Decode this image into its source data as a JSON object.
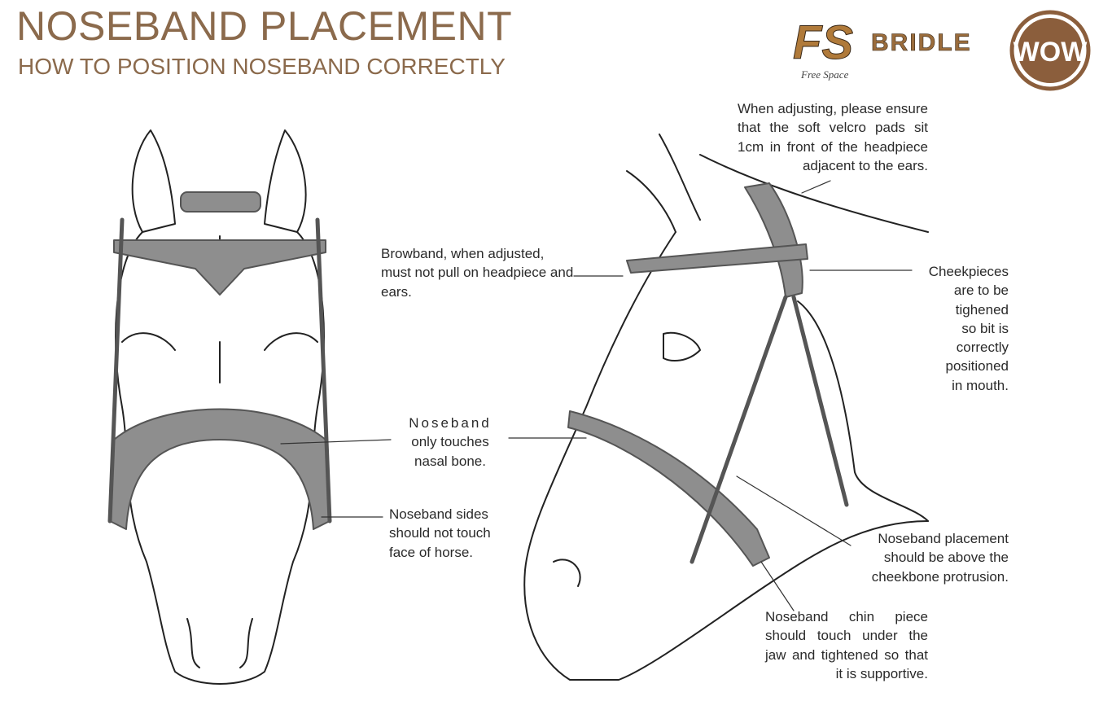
{
  "header": {
    "title": "NOSEBAND PLACEMENT",
    "subtitle": "HOW TO POSITION NOSEBAND CORRECTLY"
  },
  "logos": {
    "fs_bridle": "FS BRIDLE",
    "fs_letters": "FS",
    "fs_script": "Free Space",
    "wow": "WOW"
  },
  "colors": {
    "brand": "#8b6a4c",
    "text": "#2a2a2a",
    "strap": "#8a8a8a"
  },
  "annotations": {
    "headpiece": "When adjusting, please ensure that the soft velcro pads sit 1cm in front of the headpiece adjacent to the ears.",
    "browband": "Browband, when adjusted, must not pull on headpiece and ears.",
    "cheekpieces": [
      "Cheekpieces",
      "are to be",
      "tighened",
      "so bit is",
      "correctly",
      "positioned",
      "in mouth."
    ],
    "noseband": [
      "Noseband",
      "only touches",
      "nasal bone."
    ],
    "noseband_sides": [
      "Noseband sides",
      "should not touch",
      "face of horse."
    ],
    "noseband_placement": [
      "Noseband placement",
      "should be above the",
      "cheekbone protrusion."
    ],
    "chin_piece": "Noseband chin piece should touch under the jaw and tightened so that it is supportive."
  }
}
